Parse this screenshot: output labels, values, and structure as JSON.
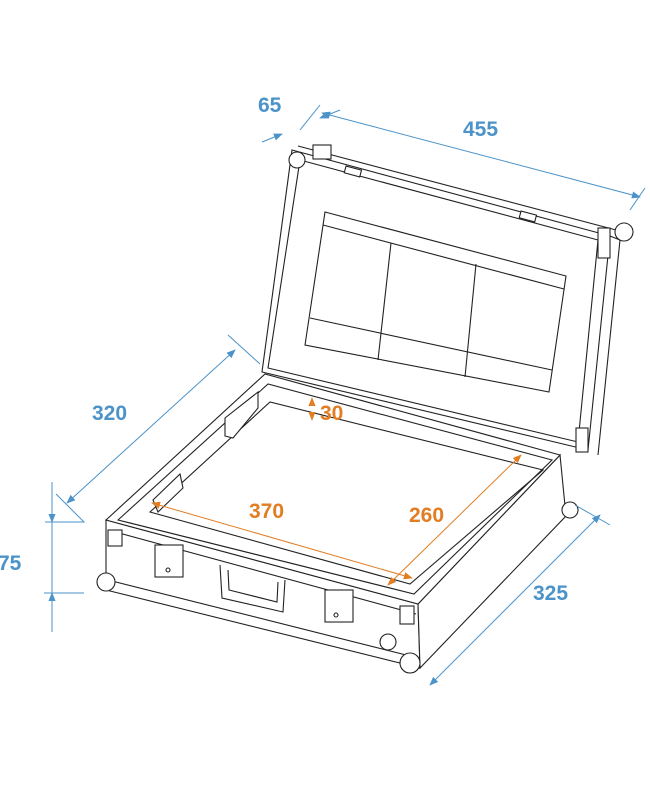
{
  "colors": {
    "outer_dimension": "#4b93c9",
    "inner_dimension": "#e27d22",
    "line": "#222222"
  },
  "outer_dimensions": {
    "lid_depth": "65",
    "width": "455",
    "depth_top": "320",
    "height": "75",
    "depth_bottom": "325"
  },
  "inner_dimensions": {
    "lid_clearance": "30",
    "width": "370",
    "depth": "260"
  }
}
